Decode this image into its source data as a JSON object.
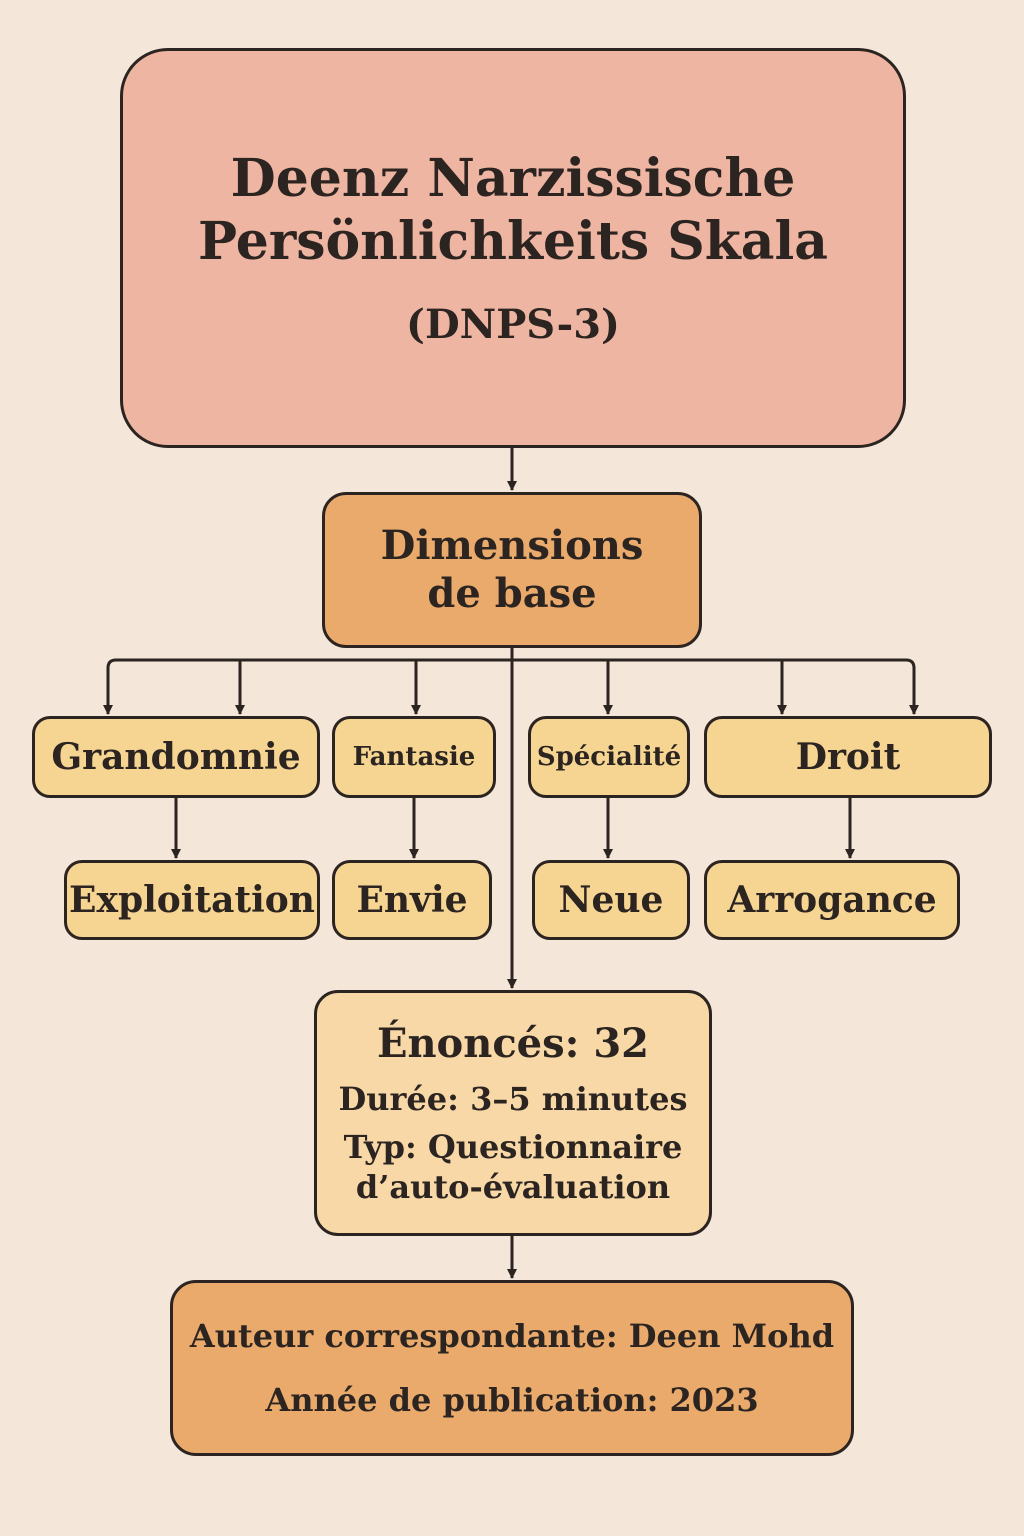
{
  "title": {
    "line1": "Deenz Narzissische",
    "line2": "Persönlichkeits Skala",
    "abbreviation": "(DNPS-3)"
  },
  "core": {
    "line1": "Dimensions",
    "line2": "de base"
  },
  "dimensions": [
    {
      "label": "Grandomnie",
      "sub": "Exploitation"
    },
    {
      "label": "Fantasie",
      "sub": "Envie"
    },
    {
      "label": "Spécialité",
      "sub": "Neue"
    },
    {
      "label": "Droit",
      "sub": "Arrogance"
    }
  ],
  "details": {
    "items": "Énoncés: 32",
    "duration": "Durée: 3–5 minutes",
    "type_line1": "Typ: Questionnaire",
    "type_line2": "d’auto-évaluation"
  },
  "publication": {
    "author": "Auteur correspondante: Deen Mohd",
    "year": "Année de publication: 2023"
  },
  "colors": {
    "background": "#f4e6d8",
    "title_box": "#efb5a3",
    "core_box": "#e9aa6c",
    "dimension_box": "#f6d592",
    "details_box": "#f8d8a7",
    "outline": "#2b2420"
  }
}
